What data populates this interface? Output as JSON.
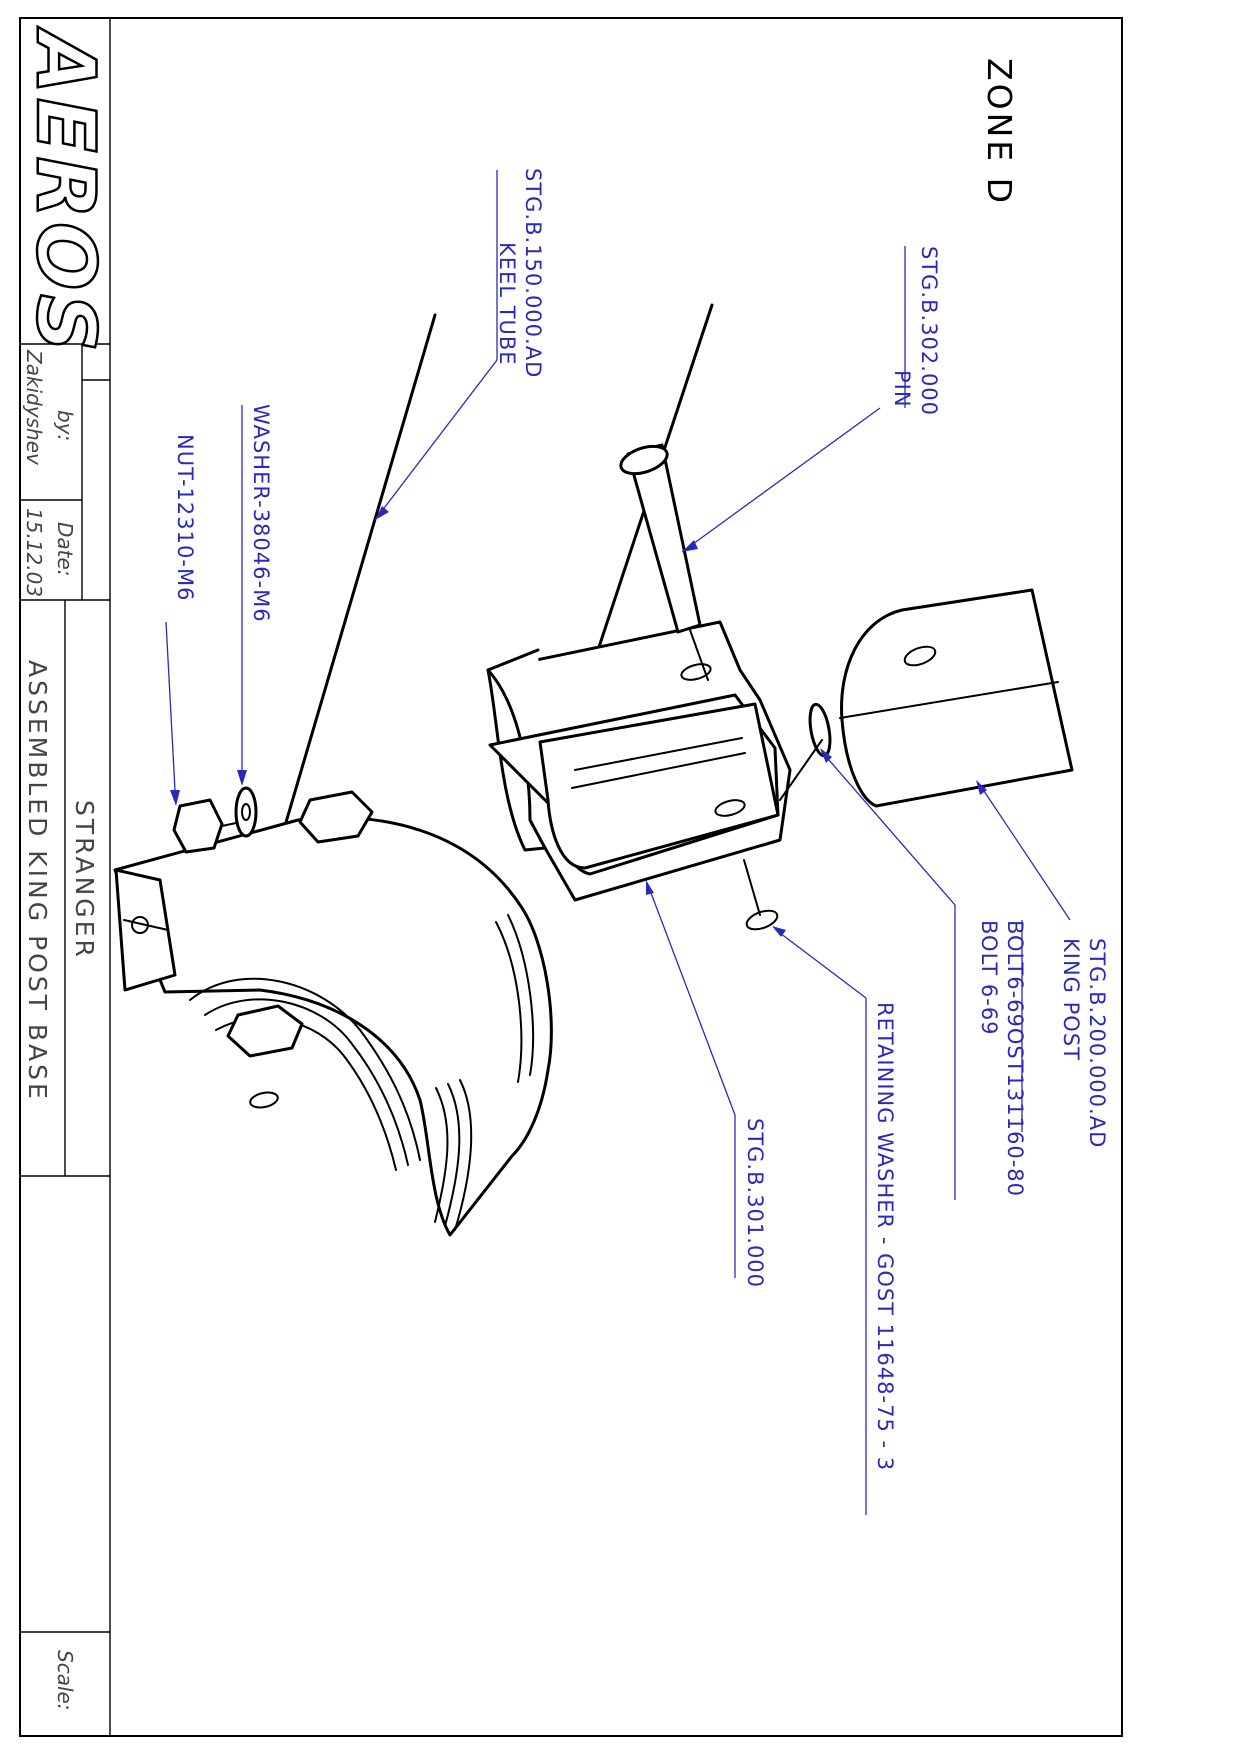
{
  "zone_label": "ZONE D",
  "title_block": {
    "logo": "AEROS",
    "by_label": "by:",
    "by_value": "Zakidyshev",
    "date_label": "Date:",
    "date_value": "15.12.03",
    "project": "STRANGER",
    "drawing_title": "ASSEMBLED KING POST BASE",
    "scale_label": "Scale:"
  },
  "callouts": {
    "pin": [
      "STG.B.302.000",
      "PIN"
    ],
    "keel_tube": [
      "STG.B.150.000.AD",
      "KEEL TUBE"
    ],
    "washer": [
      "WASHER-38046-M6"
    ],
    "nut": [
      "NUT-12310-M6"
    ],
    "king_post": [
      "STG.B.200.000.AD",
      "KING POST"
    ],
    "bolt": [
      "BOLT6-69OST131160-80",
      "BOLT 6-69"
    ],
    "retaining_washer": [
      "RETAINING WASHER - GOST 11648-75 - 3"
    ],
    "bracket": [
      "STG.B.301.000"
    ]
  },
  "colors": {
    "callout": "#2a2ab8",
    "outline": "#000000",
    "title_block_text": "#444444"
  }
}
